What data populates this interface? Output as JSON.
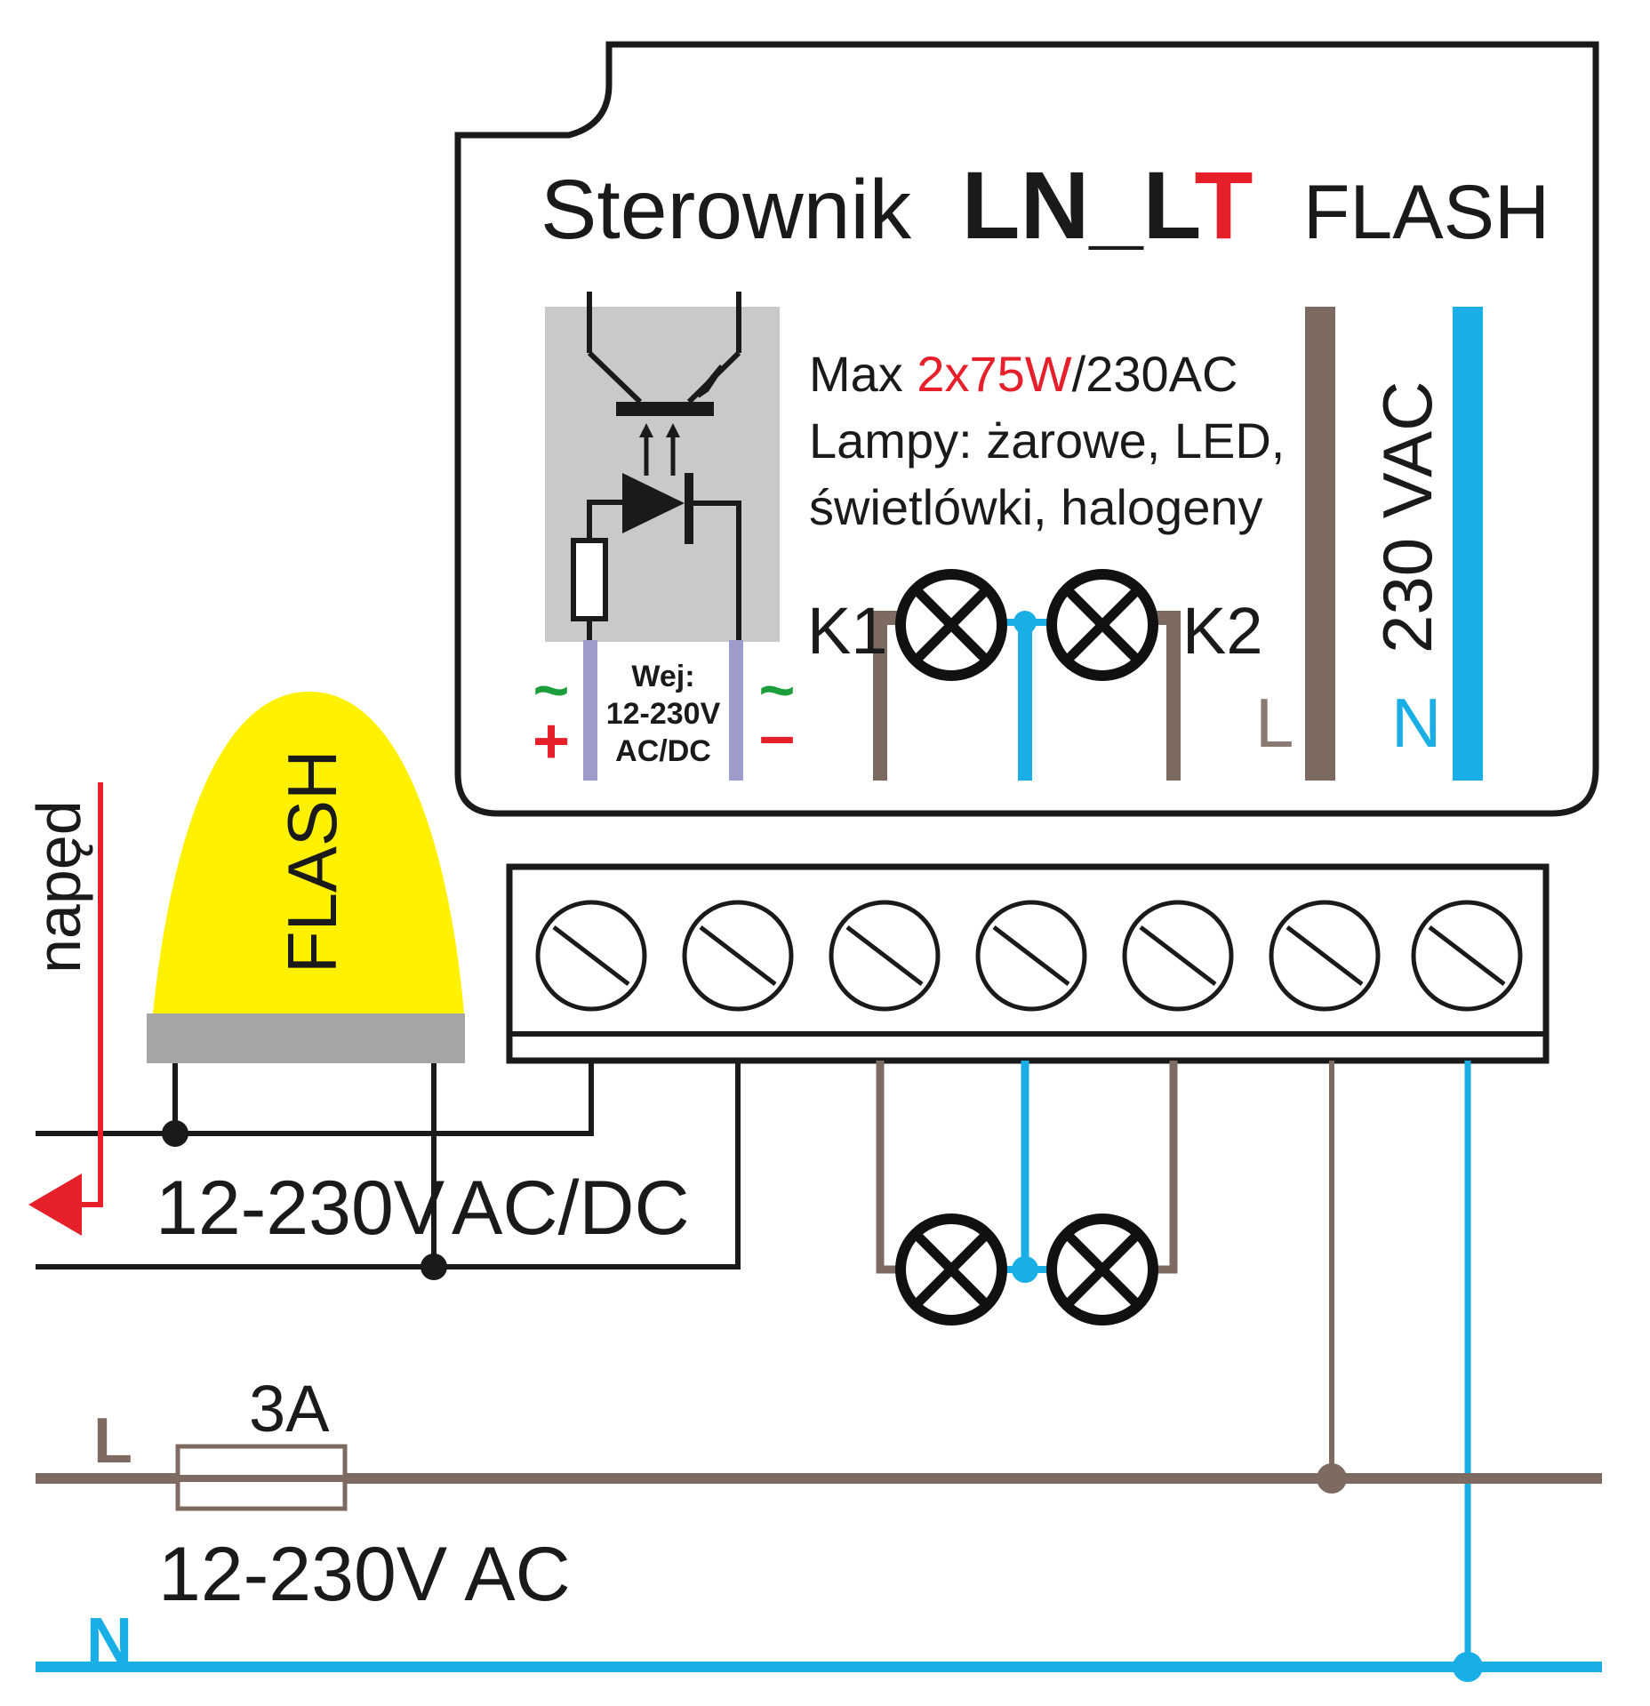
{
  "title": {
    "prefix": "Sterownik",
    "model_part1": "LN_L",
    "model_part2": "T",
    "suffix": "FLASH"
  },
  "specs": {
    "line1_a": "Max ",
    "line1_b": "2x75W",
    "line1_c": "/230AC",
    "line2": "Lampy: żarowe, LED,",
    "line3": "świetlówki, halogeny"
  },
  "input_box": {
    "line1": "Wej:",
    "line2": "12-230V",
    "line3": "AC/DC",
    "tilde": "~",
    "plus": "+",
    "minus": "–"
  },
  "labels": {
    "k1": "K1",
    "k2": "K2",
    "l_inner": "L",
    "n_inner": "N",
    "vac_230": "230 VAC",
    "flash": "FLASH",
    "naped": "napęd",
    "supply_ac_dc_a": "12-230V",
    "supply_ac_dc_b": "AC/DC",
    "fuse": "3A",
    "l_mains": "L",
    "n_mains": "N",
    "mains_voltage": "12-230V AC"
  },
  "colors": {
    "live_brown": "#7d6b62",
    "neutral_blue": "#1aaee6",
    "accent_red": "#e5202a",
    "green": "#1b9e3b",
    "input_purple": "#9e9ccc",
    "flash_yellow": "#fff100",
    "flash_base_gray": "#a6a6a6",
    "optocoupler_gray": "#c9c9c9"
  },
  "icons": {
    "lamp": "lamp-cross-icon",
    "terminal_screw": "screw-terminal-icon",
    "optocoupler": "optocoupler-symbol",
    "fuse": "fuse-icon"
  }
}
